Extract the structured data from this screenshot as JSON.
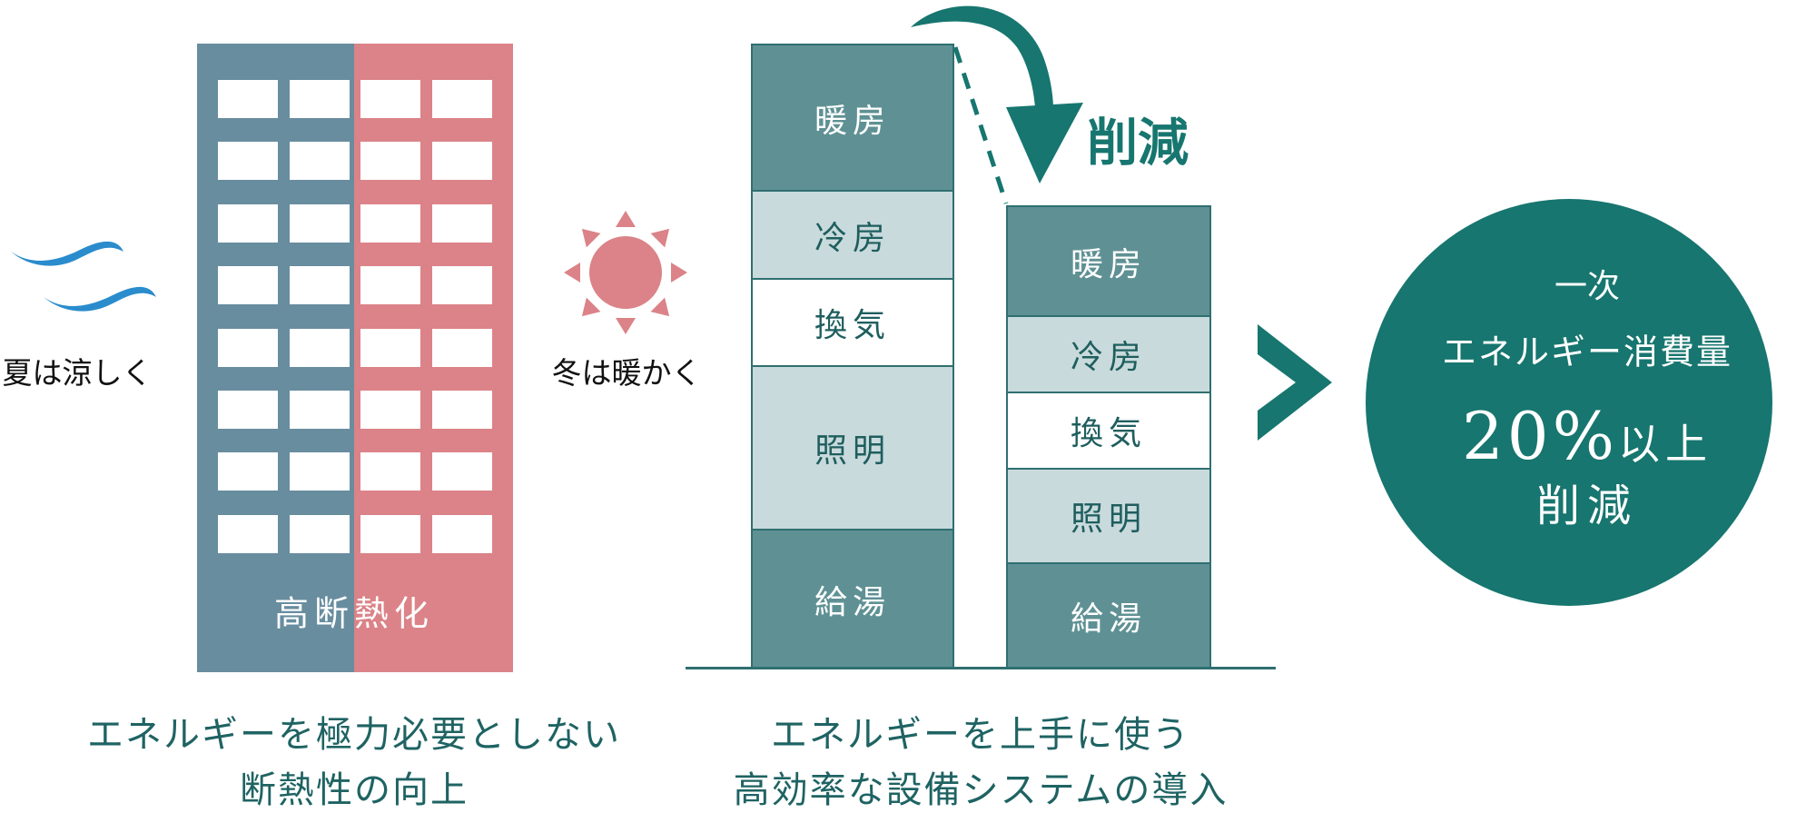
{
  "left": {
    "summer_label": "夏は涼しく",
    "winter_label": "冬は暖かく",
    "building_label": "高断熱化",
    "caption_line1": "エネルギーを極力必要としない",
    "caption_line2": "断熱性の向上"
  },
  "middle": {
    "before_segments": [
      "暖房",
      "冷房",
      "換気",
      "照明",
      "給湯"
    ],
    "after_segments": [
      "暖房",
      "冷房",
      "換気",
      "照明",
      "給湯"
    ],
    "reduction_label": "削減",
    "caption_line1": "エネルギーを上手に使う",
    "caption_line2": "高効率な設備システムの導入"
  },
  "result": {
    "line1": "一次",
    "line2": "エネルギー消費量",
    "line3_number": "20%",
    "line3_suffix": "以上",
    "line4": "削減"
  },
  "colors": {
    "building_blue": "#688d9f",
    "building_pink": "#db8388",
    "teal_dark": "#17766f",
    "bar_dark": "#5f9194",
    "bar_light": "#c9dadc",
    "wave_blue": "#2a8ccc"
  }
}
